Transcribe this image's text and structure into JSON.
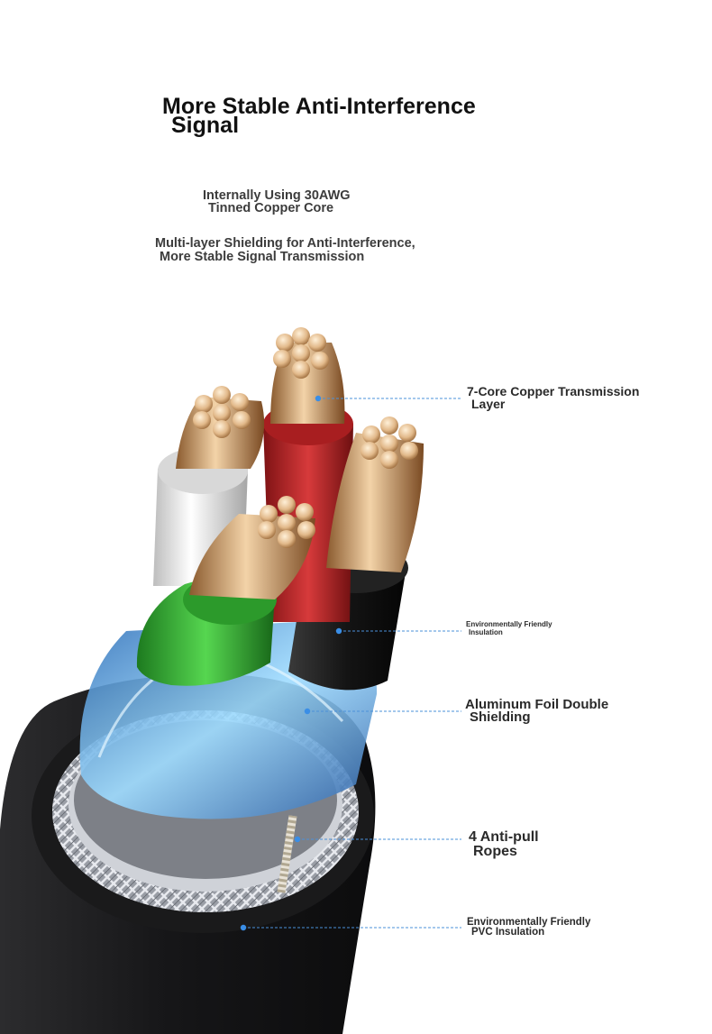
{
  "title": {
    "line1": "More Stable Anti-Interference",
    "line2": "Signal"
  },
  "subtitle1": {
    "line1": "Internally Using 30AWG",
    "line2": "Tinned Copper Core"
  },
  "subtitle2": {
    "line1": "Multi-layer Shielding for Anti-Interference,",
    "line2": "More Stable Signal Transmission"
  },
  "callouts": [
    {
      "line1": "7-Core Copper Transmission",
      "line2": "Layer"
    },
    {
      "line1": "Environmentally Friendly",
      "line2": "Insulation"
    },
    {
      "line1": "Aluminum Foil Double",
      "line2": "Shielding"
    },
    {
      "line1": "4 Anti-pull",
      "line2": "Ropes"
    },
    {
      "line1": "Environmentally Friendly",
      "line2": "PVC Insulation"
    }
  ],
  "colors": {
    "jacket": "#1c1c1e",
    "braid": "#b9bcc2",
    "foil": "#6fb8ec",
    "copper": "#d9a877",
    "wire_red": "#c8282a",
    "wire_white": "#eeeeee",
    "wire_green": "#3cb83a",
    "wire_black": "#151515",
    "leader_line": "#4a90d9"
  }
}
